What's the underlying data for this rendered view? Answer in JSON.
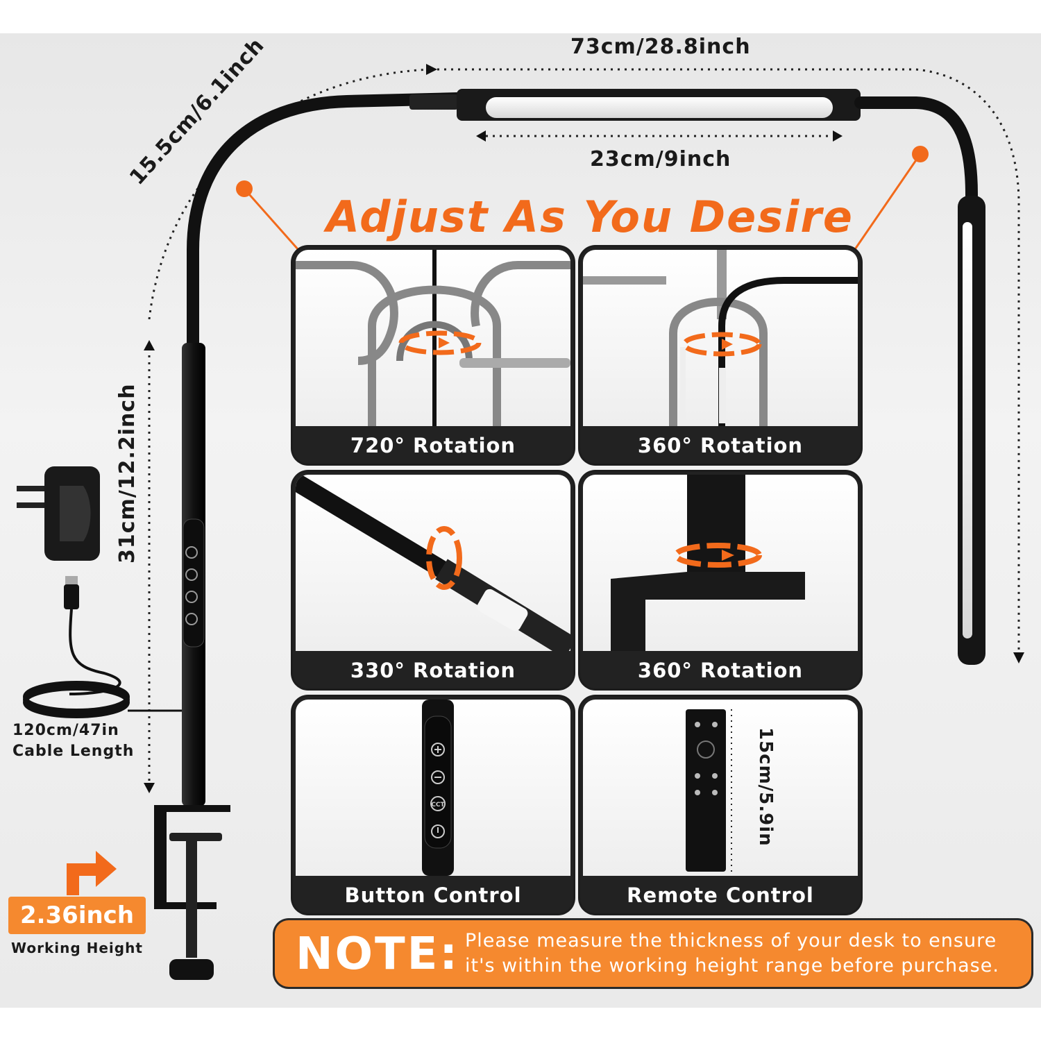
{
  "dimensions": {
    "total_width": "73cm/28.8inch",
    "arm_length": "15.5cm/6.1inch",
    "light_bar_length": "23cm/9inch",
    "pole_height": "31cm/12.2inch",
    "remote_height": "15cm/5.9in"
  },
  "headline": "Adjust As You Desire",
  "panels": [
    {
      "caption": "720° Rotation"
    },
    {
      "caption": "360° Rotation"
    },
    {
      "caption": "330° Rotation"
    },
    {
      "caption": "360° Rotation"
    },
    {
      "caption": "Button Control"
    },
    {
      "caption": "Remote Control"
    }
  ],
  "cable": {
    "length": "120cm/47in",
    "label": "Cable Length"
  },
  "working_height": {
    "value": "2.36inch",
    "label": "Working Height"
  },
  "note": {
    "label": "NOTE:",
    "line1": "Please measure the thickness of your desk to ensure",
    "line2": "it's within the working height range before purchase."
  },
  "buttons": {
    "cct": "CCT"
  },
  "colors": {
    "accent": "#f26a1b",
    "note_bg": "#f5892f",
    "lamp": "#151515"
  },
  "icons": [
    "plus-icon",
    "minus-icon",
    "power-icon",
    "rotate-arrow-icon",
    "adapter-icon",
    "usb-plug-icon",
    "remote-icon"
  ]
}
